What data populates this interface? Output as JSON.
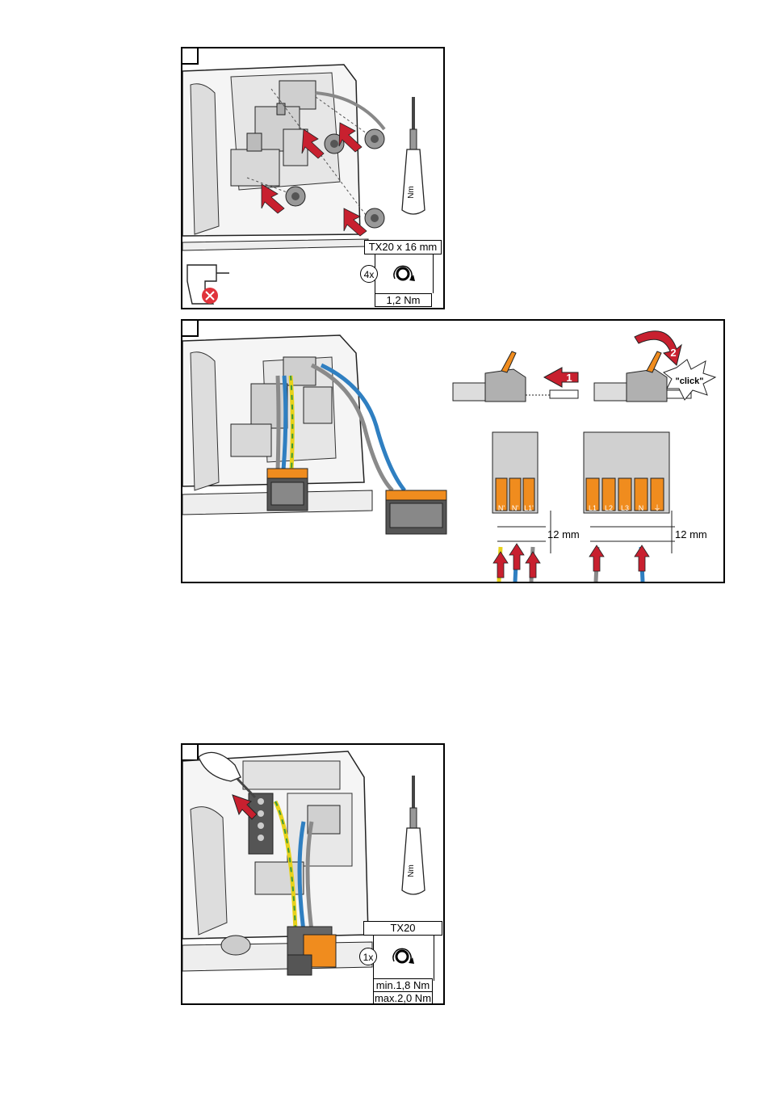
{
  "figures": [
    {
      "torque_spec": {
        "tool": "TX20 x 16 mm",
        "count": "4x",
        "torque": "1,2 Nm"
      },
      "driver_label": "Nm"
    },
    {
      "step1": "1",
      "step2": "2",
      "click_text": "\"click\"",
      "connector_small_labels": [
        "N'",
        "N'",
        "L1'"
      ],
      "connector_large_labels": [
        "L1",
        "L2",
        "L3",
        "N",
        "⏚"
      ],
      "strip_length_left": "12 mm",
      "strip_length_right": "12 mm"
    },
    {
      "torque_spec": {
        "tool": "TX20",
        "count": "1x",
        "torque_min": "min.1,8 Nm",
        "torque_max": "max.2,0 Nm"
      },
      "driver_label": "Nm"
    }
  ],
  "colors": {
    "arrow_red": "#c8202f",
    "connector_orange": "#f08c1e",
    "cable_blue": "#2f7fc1",
    "cable_grey": "#8a8a8a",
    "cable_yellow": "#e8d21a",
    "cable_green": "#3a9a3a",
    "forbidden_red": "#e0333b"
  },
  "icons": [
    "screwdriver-icon",
    "torx-rotation-icon",
    "drill-forbidden-icon",
    "push-arrow-icon"
  ]
}
